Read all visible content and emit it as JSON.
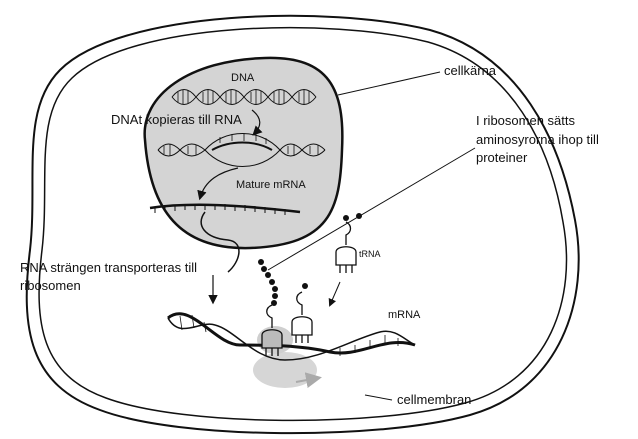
{
  "labels": {
    "dna": "DNA",
    "dna_copied": "DNAt kopieras till RNA",
    "mature_mrna": "Mature mRNA",
    "cellkarna": "cellkärna",
    "ribosome_text": [
      "I ribosomen sätts",
      "aminosyrorna ihop till",
      "proteiner"
    ],
    "rna_transport": [
      "RNA strängen transporteras till",
      "ribosomen"
    ],
    "trna": "tRNA",
    "mrna": "mRNA",
    "cellmembran": "cellmembran"
  }
}
